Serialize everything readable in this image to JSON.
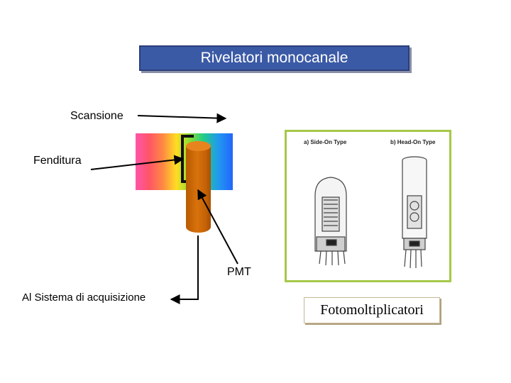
{
  "title": "Rivelatori monocanale",
  "labels": {
    "scan": "Scansione",
    "slit": "Fenditura",
    "pmt": "PMT",
    "acquisition": "Al Sistema di acquisizione"
  },
  "photo": {
    "side_on": "a) Side-On Type",
    "head_on": "b) Head-On Type"
  },
  "caption": "Fotomoltiplicatori",
  "colors": {
    "title_bg": "#3b5aa6",
    "tube": "#d8720c",
    "photo_frame": "#a6c84a"
  }
}
